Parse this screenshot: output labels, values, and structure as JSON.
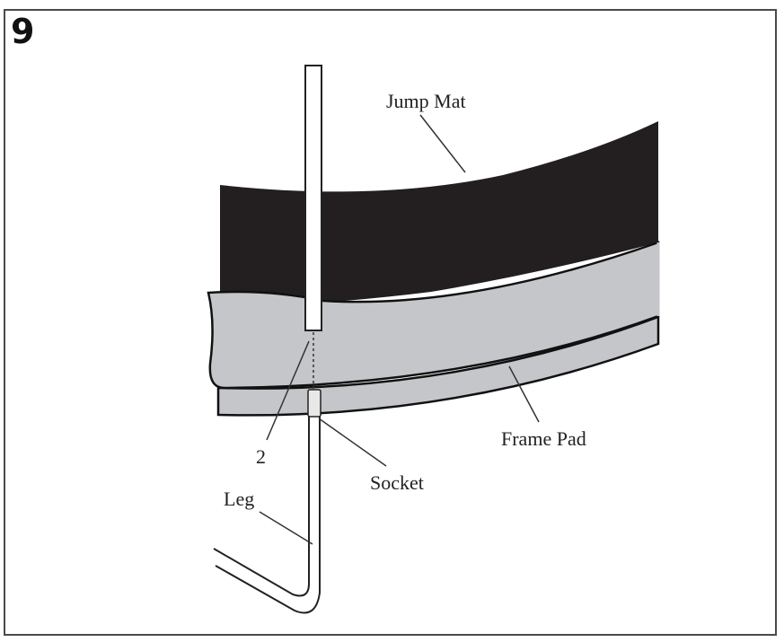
{
  "step_number": "9",
  "labels": {
    "jump_mat": "Jump Mat",
    "frame_pad": "Frame Pad",
    "socket": "Socket",
    "leg": "Leg",
    "part_number": "2"
  },
  "colors": {
    "jump_mat": "#231f20",
    "frame_pad": "#c4c6c9",
    "outline": "#111111",
    "border": "#4a4a4a"
  }
}
